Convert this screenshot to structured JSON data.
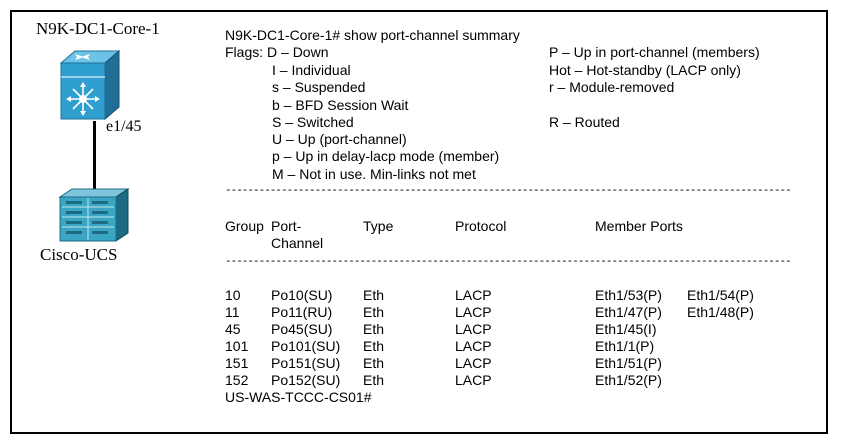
{
  "diagram": {
    "core_device_label": "N9K-DC1-Core-1",
    "link_label": "e1/45",
    "server_label": "Cisco-UCS"
  },
  "cli": {
    "command": "N9K-DC1-Core-1# show port-channel summary",
    "flags_left": [
      "Flags: D – Down",
      "I – Individual",
      "s – Suspended",
      "b – BFD Session Wait",
      "S – Switched",
      "U – Up (port-channel)",
      "p – Up in delay-lacp mode (member)",
      "M – Not in use. Min-links not met"
    ],
    "flags_right": [
      "P – Up in port-channel (members)",
      "Hot – Hot-standby (LACP only)",
      "r – Module-removed",
      "R – Routed"
    ],
    "separator": "------------------------------------------------------------------------------------------------------------------------------------------------",
    "headers": {
      "group": "Group",
      "port_line1": "Port-",
      "port_line2": "Channel",
      "type": "Type",
      "protocol": "Protocol",
      "members": "Member Ports"
    },
    "rows": [
      {
        "group": "10",
        "port": "Po10(SU)",
        "type": "Eth",
        "protocol": "LACP",
        "m1": "Eth1/53(P)",
        "m2": "Eth1/54(P)"
      },
      {
        "group": "11",
        "port": "Po11(RU)",
        "type": "Eth",
        "protocol": "LACP",
        "m1": "Eth1/47(P)",
        "m2": "Eth1/48(P)"
      },
      {
        "group": "45",
        "port": "Po45(SU)",
        "type": "Eth",
        "protocol": "LACP",
        "m1": "Eth1/45(I)",
        "m2": ""
      },
      {
        "group": "101",
        "port": "Po101(SU)",
        "type": "Eth",
        "protocol": "LACP",
        "m1": "Eth1/1(P)",
        "m2": ""
      },
      {
        "group": "151",
        "port": "Po151(SU)",
        "type": "Eth",
        "protocol": "LACP",
        "m1": "Eth1/51(P)",
        "m2": ""
      },
      {
        "group": "152",
        "port": "Po152(SU)",
        "type": "Eth",
        "protocol": "LACP",
        "m1": "Eth1/52(P)",
        "m2": ""
      }
    ],
    "prompt": "US-WAS-TCCC-CS01#"
  },
  "colors": {
    "switch_blue": "#2f9fd0",
    "switch_dark": "#1f6f99",
    "server_teal": "#3aa6c4",
    "server_dark": "#1d6a83"
  },
  "icons": {
    "switch": "nexus-switch-icon",
    "server": "ucs-server-icon"
  }
}
